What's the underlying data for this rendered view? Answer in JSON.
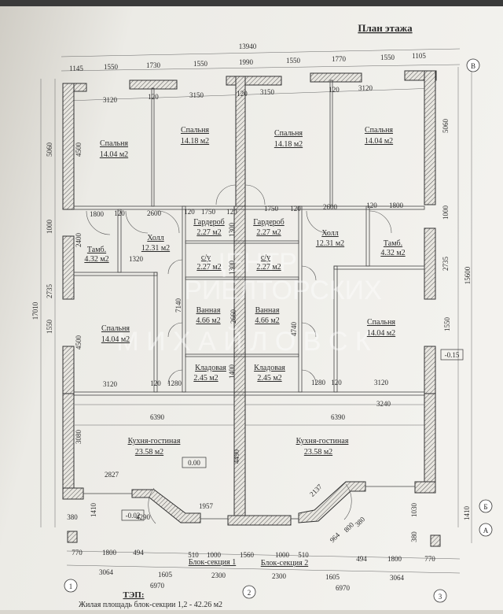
{
  "title": "План этажа",
  "watermark": "Центр Риелторских Услуг Михайловск",
  "rooms": [
    {
      "name": "Спальня",
      "area": "14.04 м2"
    },
    {
      "name": "Спальня",
      "area": "14.18 м2"
    },
    {
      "name": "Спальня",
      "area": "14.18 м2"
    },
    {
      "name": "Спальня",
      "area": "14.04 м2"
    },
    {
      "name": "Тамб.",
      "area": "4.32 м2"
    },
    {
      "name": "Холл",
      "area": "12.31 м2"
    },
    {
      "name": "Гардероб",
      "area": "2.27 м2"
    },
    {
      "name": "Гардероб",
      "area": "2.27 м2"
    },
    {
      "name": "с/у",
      "area": "2.27 м2"
    },
    {
      "name": "с/у",
      "area": "2.27 м2"
    },
    {
      "name": "Ванная",
      "area": "4.66 м2"
    },
    {
      "name": "Ванная",
      "area": "4.66 м2"
    },
    {
      "name": "Кладовая",
      "area": "2.45 м2"
    },
    {
      "name": "Кладовая",
      "area": "2.45 м2"
    },
    {
      "name": "Холл",
      "area": "12.31 м2"
    },
    {
      "name": "Тамб.",
      "area": "4.32 м2"
    },
    {
      "name": "Спальня",
      "area": "14.04 м2"
    },
    {
      "name": "Спальня",
      "area": "14.04 м2"
    },
    {
      "name": "Кухня-гостиная",
      "area": "23.58 м2"
    },
    {
      "name": "Кухня-гостиная",
      "area": "23.58 м2"
    }
  ],
  "dims_top": [
    "13940",
    "1145",
    "1550",
    "1730",
    "1550",
    "1990",
    "1550",
    "1770",
    "1550",
    "1105",
    "3120",
    "120",
    "3150",
    "120",
    "3150",
    "120",
    "3120"
  ],
  "dims_mid": [
    "1800",
    "120",
    "2600",
    "120",
    "1750",
    "120",
    "1750",
    "120",
    "2600",
    "120",
    "1800",
    "1320",
    "7140",
    "2660",
    "4740",
    "1300",
    "1300",
    "1400",
    "3120",
    "120",
    "1280",
    "1280",
    "120",
    "3120"
  ],
  "dims_left": [
    "5060",
    "4500",
    "1000",
    "2400",
    "17010",
    "2735",
    "1550",
    "4500",
    "3080",
    "1410",
    "380"
  ],
  "dims_right": [
    "5060",
    "1000",
    "2735",
    "15600",
    "1550",
    "1030",
    "380",
    "1410"
  ],
  "dims_bottom": [
    "6390",
    "6390",
    "3240",
    "2827",
    "1957",
    "4290",
    "4490",
    "2137",
    "964",
    "800",
    "380",
    "770",
    "1800",
    "494",
    "510",
    "1000",
    "1560",
    "1000",
    "510",
    "494",
    "1800",
    "770",
    "3064",
    "1605",
    "2300",
    "2300",
    "1605",
    "3064",
    "6970",
    "6970"
  ],
  "levels": [
    "0.00",
    "-0.02",
    "-0.15"
  ],
  "axes": [
    "В",
    "Б",
    "А",
    "1",
    "2",
    "3"
  ],
  "sections": [
    "Блок-секция 1",
    "Блок-секция 2"
  ],
  "tep_title": "ТЭП:",
  "tep_line": "Жилая площадь блок-секции 1,2 - 42.26 м2"
}
